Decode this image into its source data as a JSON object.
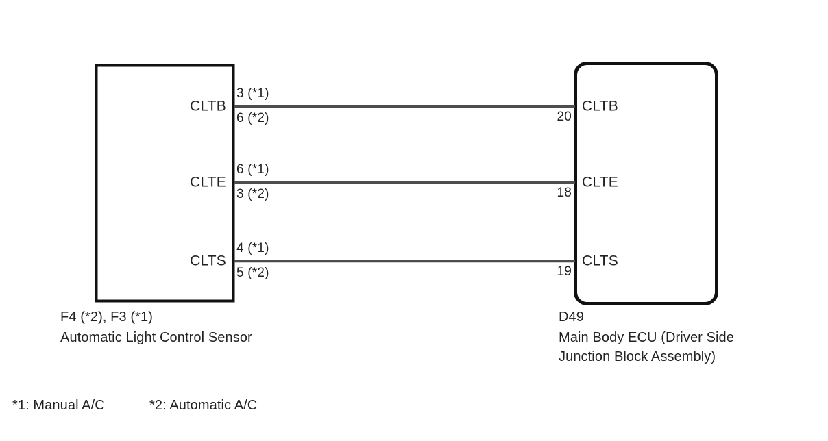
{
  "diagram": {
    "title": "Automatic Light Control Sensor to Main Body ECU wiring diagram",
    "line_color": "#4d4d4d",
    "box_color": "#111111",
    "background": "#ffffff"
  },
  "left_component": {
    "connector_id": "F4 (*2), F3 (*1)",
    "name": "Automatic Light Control Sensor",
    "pins": [
      {
        "name": "CLTB",
        "number_top": "3 (*1)",
        "number_bottom": "6 (*2)"
      },
      {
        "name": "CLTE",
        "number_top": "6 (*1)",
        "number_bottom": "3 (*2)"
      },
      {
        "name": "CLTS",
        "number_top": "4 (*1)",
        "number_bottom": "5 (*2)"
      }
    ]
  },
  "right_component": {
    "connector_id": "D49",
    "name_line1": "Main Body ECU (Driver Side",
    "name_line2": "Junction Block Assembly)",
    "pins": [
      {
        "name": "CLTB",
        "number": "20"
      },
      {
        "name": "CLTE",
        "number": "18"
      },
      {
        "name": "CLTS",
        "number": "19"
      }
    ]
  },
  "footnotes": {
    "note1": "*1: Manual A/C",
    "note2": "*2: Automatic A/C"
  }
}
